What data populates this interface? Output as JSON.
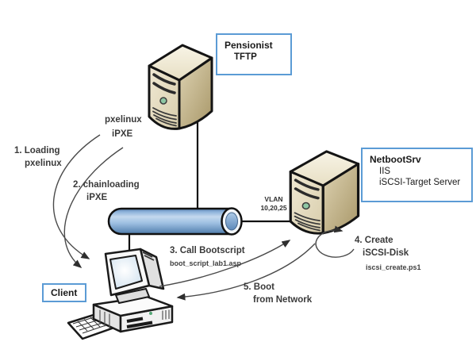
{
  "boxes": {
    "pensionist": {
      "title": "Pensionist",
      "sub1": "TFTP"
    },
    "netbootsrv": {
      "title": "NetbootSrv",
      "sub1": "IIS",
      "sub2": "iSCSI-Target Server"
    },
    "client": {
      "title": "Client"
    }
  },
  "annotations": {
    "pxelinux": "pxelinux",
    "ipxe": "iPXE",
    "step1_l1": "1. Loading",
    "step1_l2": "pxelinux",
    "step2_l1": "2. chainloading",
    "step2_l2": "iPXE",
    "step3": "3. Call Bootscript",
    "step3_script": "boot_script_lab1.asp",
    "vlan_l1": "VLAN",
    "vlan_l2": "10,20,25",
    "step4_l1": "4. Create",
    "step4_l2": "iSCSI-Disk",
    "step4_script": "iscsi_create.ps1",
    "step5_l1": "5. Boot",
    "step5_l2": "from Network"
  },
  "colors": {
    "box_border": "#5b9bd5",
    "pipe_blue": "#5d87b8",
    "server_beige": "#e3dabd",
    "arrow": "#4a4a4a",
    "led_green": "#7fbf9f"
  }
}
